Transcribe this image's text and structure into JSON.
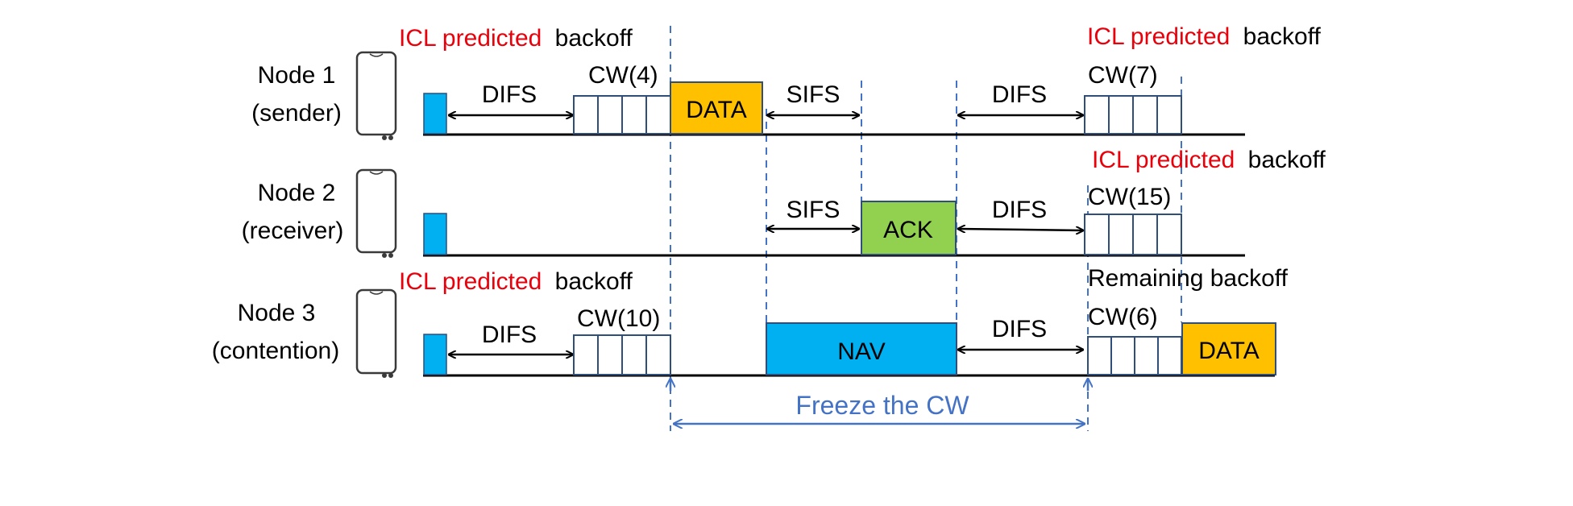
{
  "colors": {
    "data_frame": "#ffc000",
    "ack_frame": "#92d050",
    "nav_frame": "#00b0f0",
    "start_marker": "#00b0f0",
    "icl_text": "#e8000b",
    "timeline_guides": "#4472c4"
  },
  "nodes": [
    {
      "name": "Node 1",
      "role": "(sender)"
    },
    {
      "name": "Node 2",
      "role": "(receiver)"
    },
    {
      "name": "Node 3",
      "role": "(contention)"
    }
  ],
  "backoff_labels": {
    "icl": "ICL predicted",
    "backoff": "backoff",
    "remaining": "Remaining backoff"
  },
  "cw": {
    "n1_first": "CW(4)",
    "n1_second": "CW(7)",
    "n2": "CW(15)",
    "n3_first": "CW(10)",
    "n3_second": "CW(6)"
  },
  "intervals": {
    "difs": "DIFS",
    "sifs": "SIFS"
  },
  "frames": {
    "data": "DATA",
    "ack": "ACK",
    "nav": "NAV"
  },
  "freeze_label": "Freeze the CW"
}
